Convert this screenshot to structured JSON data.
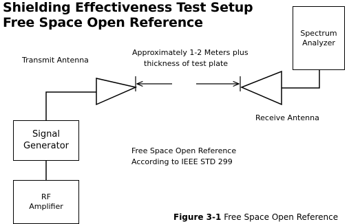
{
  "title": {
    "line1": "Shielding Effectiveness Test Setup",
    "line2": "Free Space Open Reference"
  },
  "labels": {
    "transmit_antenna": "Transmit Antenna",
    "receive_antenna": "Receive Antenna",
    "distance_line1": "Approximately 1-2 Meters plus",
    "distance_line2": "thickness of test plate",
    "reference_line1": "Free Space Open Reference",
    "reference_line2": "According to IEEE STD 299"
  },
  "boxes": {
    "spectrum_analyzer": [
      "Spectrum",
      "Analyzer"
    ],
    "signal_generator": [
      "Signal",
      "Generator"
    ],
    "rf_amplifier": [
      "RF",
      "Amplifier"
    ]
  },
  "caption": {
    "number": "Figure 3-1",
    "text": "Free Space Open Reference"
  }
}
